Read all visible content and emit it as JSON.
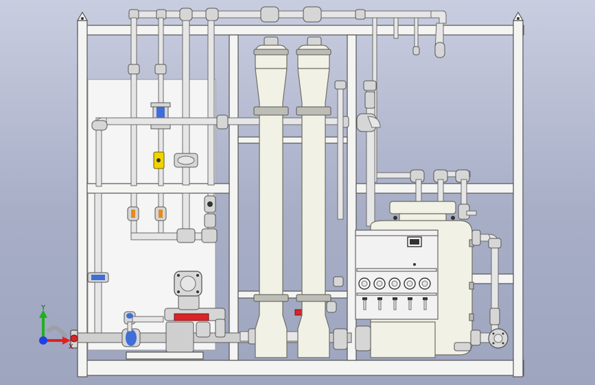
{
  "colors": {
    "background": "#aab0c4",
    "frame": "#f4f4f2",
    "pipe": "#e6e6e6",
    "valve_red": "#d8252a",
    "flowmeter_blue": "#3f6ed8",
    "gauge_yellow": "#f1d300",
    "axis_x": "#e02020",
    "axis_y": "#20b020",
    "axis_z": "#2040e0"
  },
  "triad": {
    "y_label": "Y",
    "x_label": "X"
  },
  "panel": {
    "gauge_count": 5,
    "valve_count": 5
  }
}
